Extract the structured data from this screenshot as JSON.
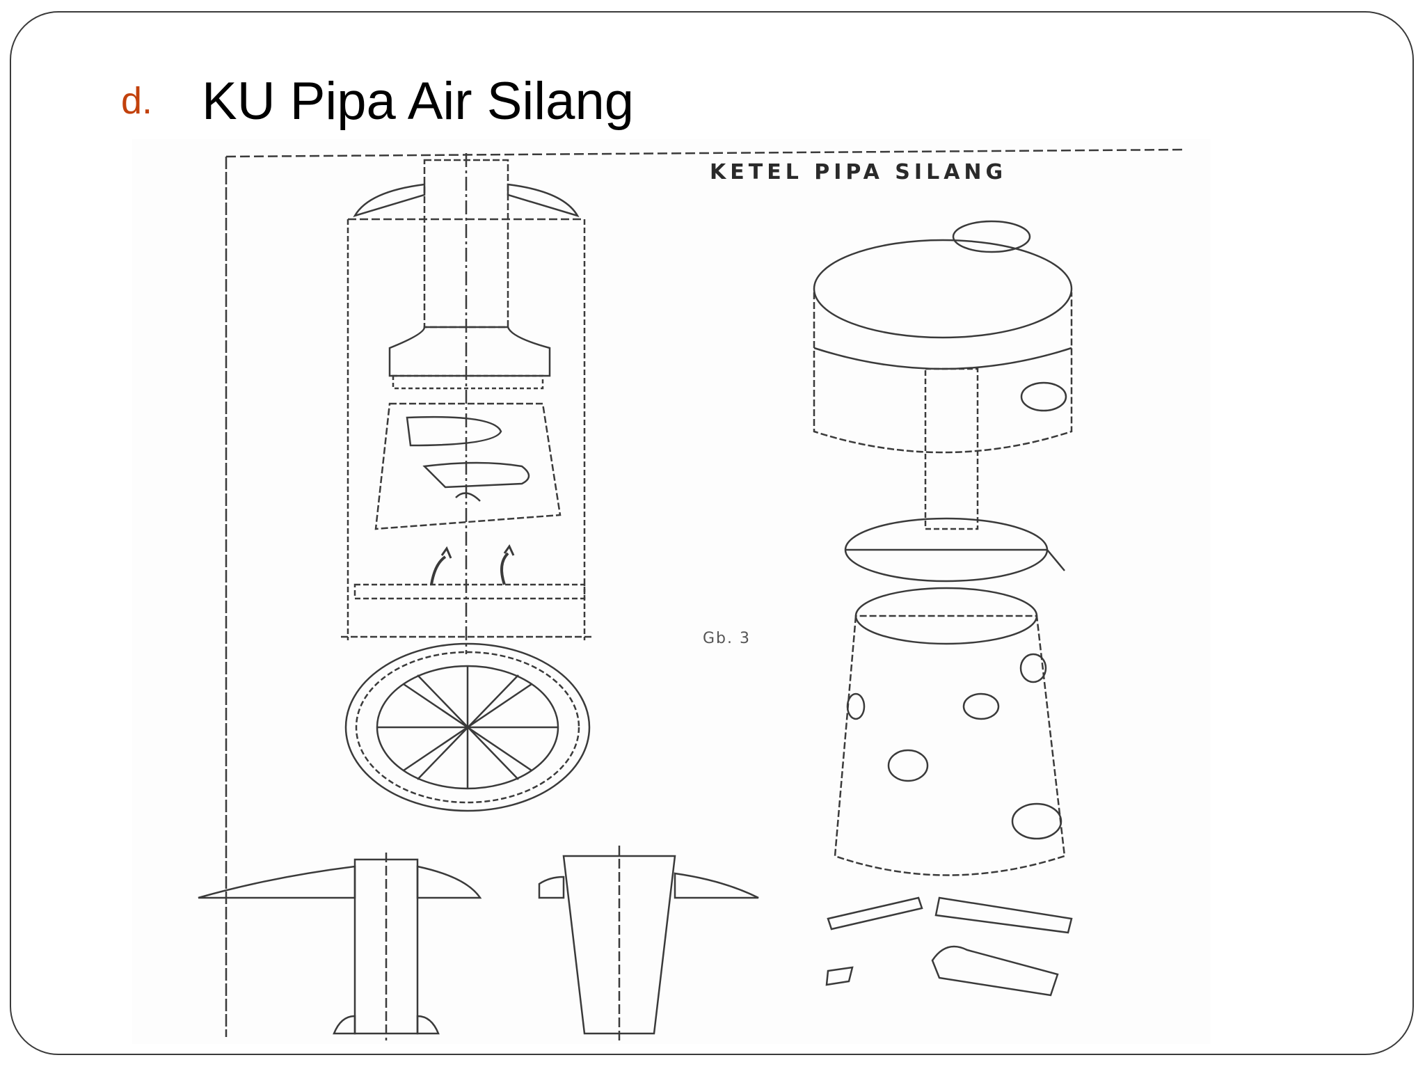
{
  "slide": {
    "bullet": "d.",
    "title": "KU Pipa Air Silang"
  },
  "figure": {
    "title_text": "KETEL PIPA SILANG",
    "label_text": "Gb. 3"
  },
  "colors": {
    "bullet": "#c2410c",
    "title": "#000000",
    "border": "#3a3a3a"
  }
}
